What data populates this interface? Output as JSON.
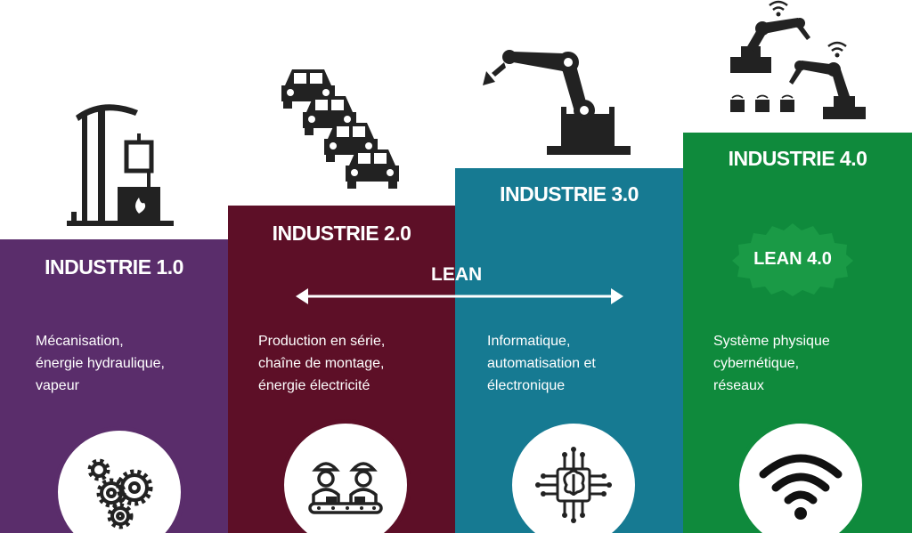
{
  "colors": {
    "i1": "#5a2d6b",
    "i2": "#5d0f27",
    "i3": "#167a92",
    "i4": "#0f8a3c",
    "badge": "#1a9a46",
    "ink": "#222222"
  },
  "columns": [
    {
      "title": "INDUSTRIE 1.0",
      "desc": [
        "Mécanisation,",
        "énergie hydraulique,",
        "vapeur"
      ],
      "icon": "gears-icon",
      "illustration": "steam-pump-icon"
    },
    {
      "title": "INDUSTRIE 2.0",
      "desc": [
        "Production en série,",
        "chaîne de montage,",
        "énergie électricité"
      ],
      "icon": "assembly-workers-icon",
      "illustration": "cars-line-icon"
    },
    {
      "title": "INDUSTRIE 3.0",
      "desc": [
        "Informatique,",
        "automatisation et",
        "électronique"
      ],
      "icon": "chip-brain-icon",
      "illustration": "robot-arm-icon"
    },
    {
      "title": "INDUSTRIE 4.0",
      "desc": [
        "Système physique",
        "cybernétique,",
        "réseaux"
      ],
      "icon": "wifi-icon",
      "illustration": "connected-robots-icon"
    }
  ],
  "lean_label": "LEAN",
  "lean4_label": "LEAN 4.0"
}
